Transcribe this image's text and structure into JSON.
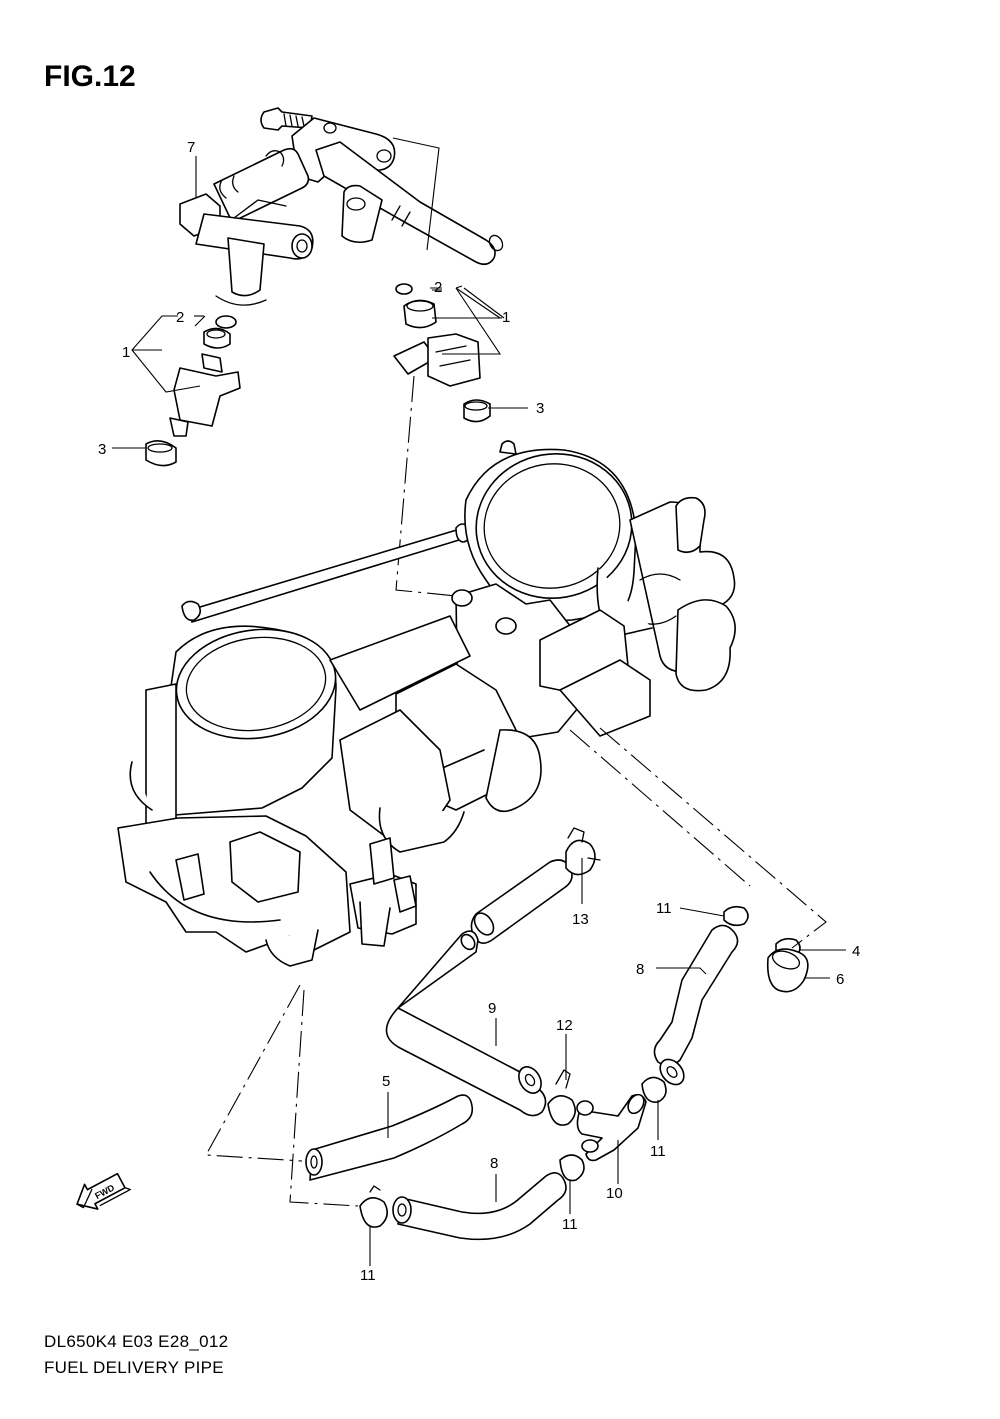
{
  "figure": {
    "title": "FIG.12",
    "code": "DL650K4 E03 E28_012",
    "name": "FUEL DELIVERY PIPE"
  },
  "callouts": [
    "1",
    "2",
    "3",
    "4",
    "5",
    "6",
    "7",
    "8",
    "9",
    "10",
    "11",
    "12",
    "13"
  ],
  "direction_label": "FWD",
  "icons": {
    "fwd": "fwd-arrow-icon"
  },
  "colors": {
    "line": "#000000",
    "background": "#ffffff"
  }
}
